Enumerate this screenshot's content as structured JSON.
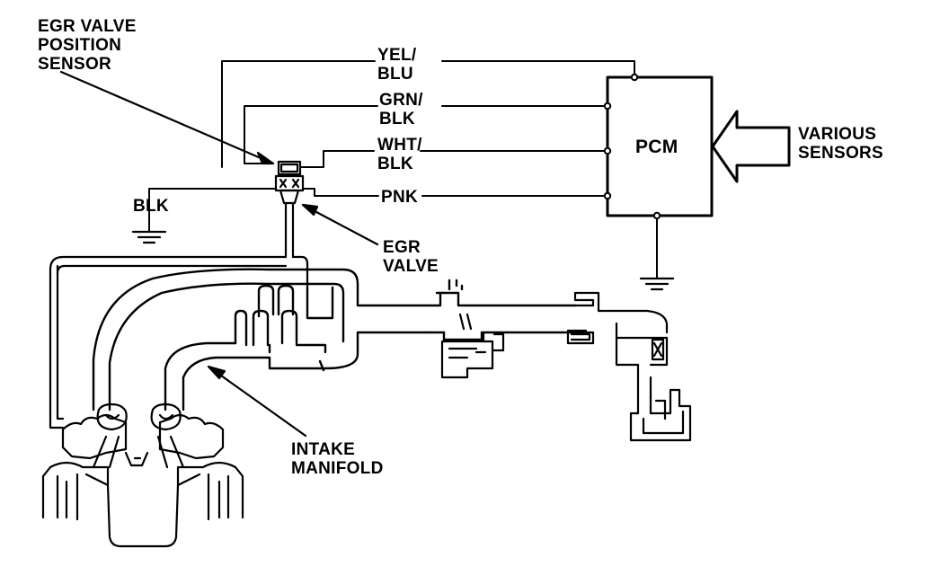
{
  "labels": {
    "egr_valve_position_sensor": [
      "EGR VALVE",
      "POSITION",
      "SENSOR"
    ],
    "wire_yel_blu": [
      "YEL/",
      "BLU"
    ],
    "wire_grn_blk": [
      "GRN/",
      "BLK"
    ],
    "wire_wht_blk": [
      "WHT/",
      "BLK"
    ],
    "wire_pnk": "PNK",
    "wire_blk": "BLK",
    "pcm": "PCM",
    "various_sensors": [
      "VARIOUS",
      "SENSORS"
    ],
    "egr_valve": [
      "EGR",
      "VALVE"
    ],
    "intake_manifold": [
      "INTAKE",
      "MANIFOLD"
    ]
  },
  "colors": {
    "ink": "#000000",
    "paper": "#ffffff"
  }
}
